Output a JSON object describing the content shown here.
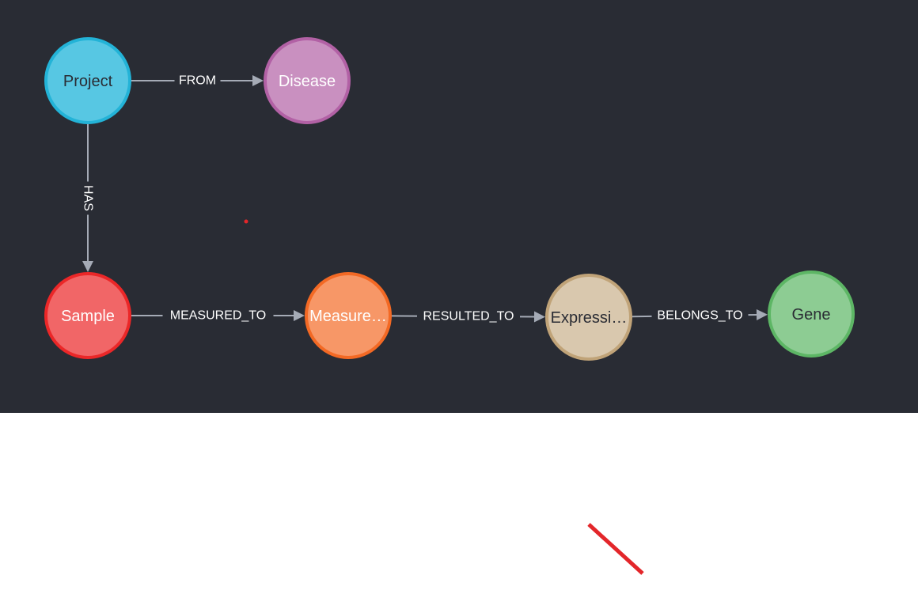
{
  "graph": {
    "background": "#292c34",
    "edge_color": "#a5abb6",
    "nodes": [
      {
        "id": "project",
        "label": "Project",
        "fill": "#57c7e3",
        "stroke": "#23b3d7",
        "text_color": "#2a2c34"
      },
      {
        "id": "disease",
        "label": "Disease",
        "fill": "#c990c0",
        "stroke": "#b261a5",
        "text_color": "#ffffff"
      },
      {
        "id": "sample",
        "label": "Sample",
        "fill": "#f16667",
        "stroke": "#eb2728",
        "text_color": "#ffffff"
      },
      {
        "id": "measurement",
        "label": "Measure…",
        "fill": "#f79767",
        "stroke": "#f36924",
        "text_color": "#ffffff"
      },
      {
        "id": "expression",
        "label": "Expressi…",
        "fill": "#d9c8ae",
        "stroke": "#c0a378",
        "text_color": "#2a2c34"
      },
      {
        "id": "gene",
        "label": "Gene",
        "fill": "#8dcc93",
        "stroke": "#5db665",
        "text_color": "#2a2c34"
      }
    ],
    "edges": [
      {
        "id": "from",
        "label": "FROM",
        "source": "project",
        "target": "disease"
      },
      {
        "id": "has",
        "label": "HAS",
        "source": "project",
        "target": "sample"
      },
      {
        "id": "measured_to",
        "label": "MEASURED_TO",
        "source": "sample",
        "target": "measurement"
      },
      {
        "id": "resulted_to",
        "label": "RESULTED_TO",
        "source": "measurement",
        "target": "expression"
      },
      {
        "id": "belongs_to",
        "label": "BELONGS_TO",
        "source": "expression",
        "target": "gene"
      }
    ]
  },
  "annotations": {
    "marker_color": "#e3262a"
  }
}
